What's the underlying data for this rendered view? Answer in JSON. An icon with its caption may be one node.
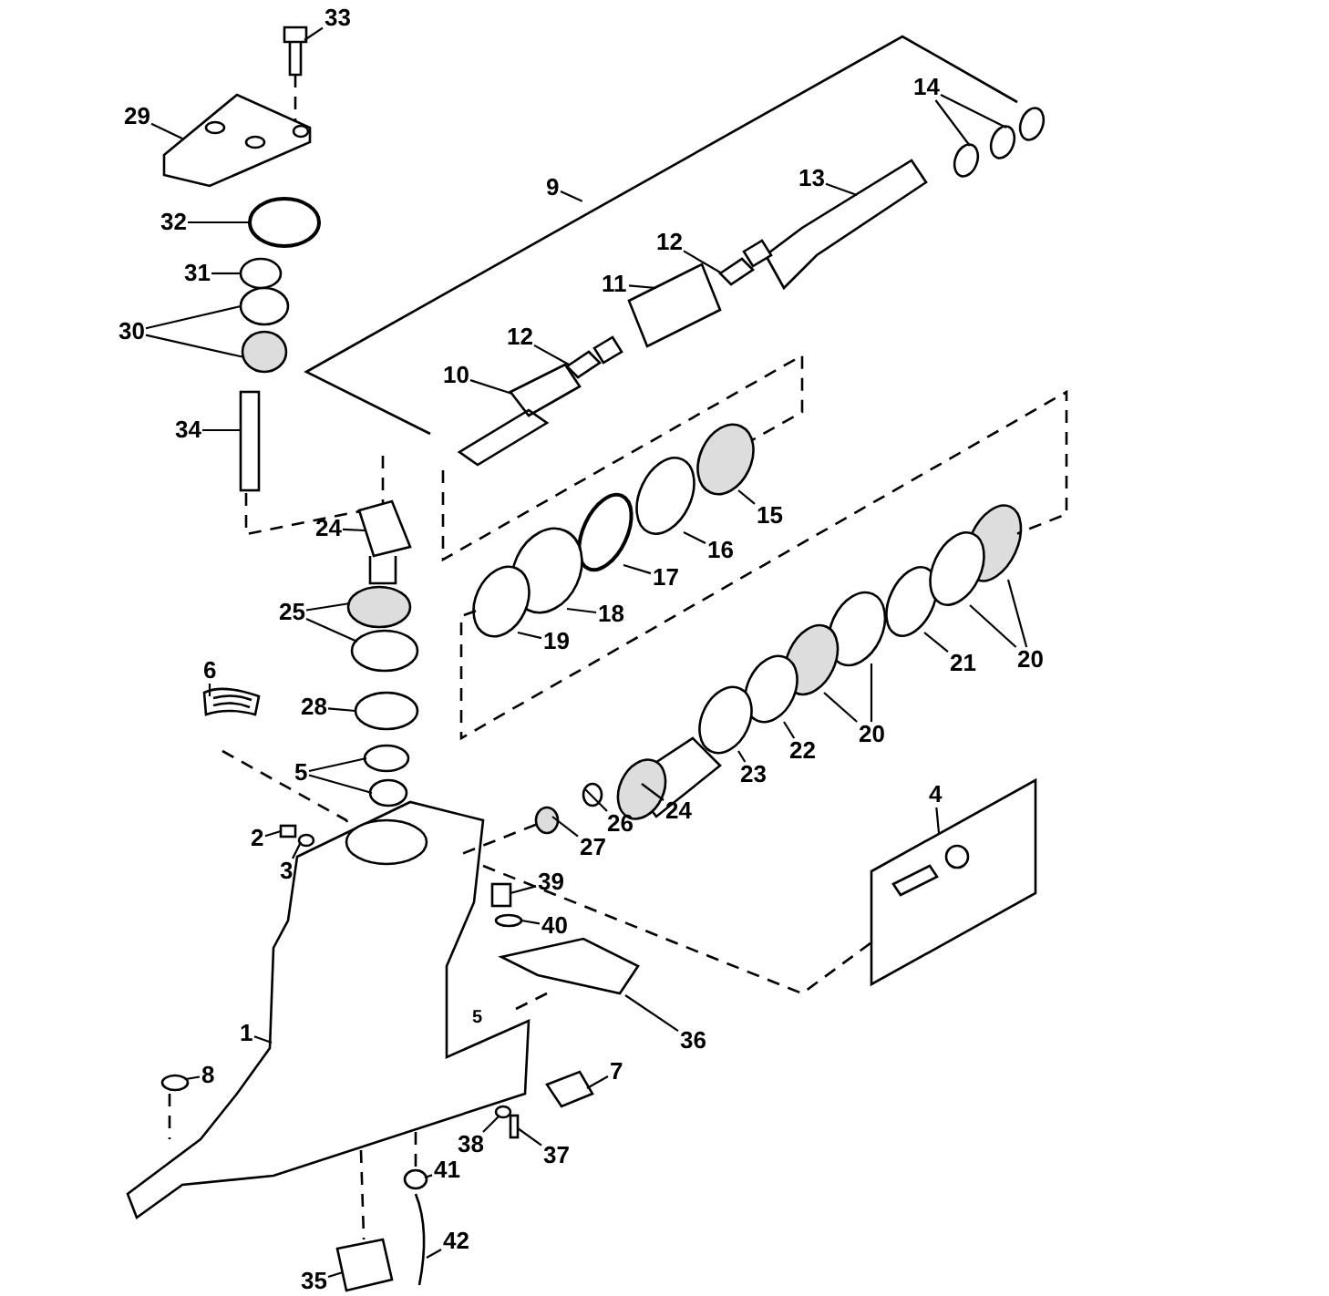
{
  "diagram": {
    "nodes": [
      {
        "text": [
          "33"
        ]
      },
      {
        "text": [
          "29"
        ]
      },
      {
        "text": [
          "9"
        ]
      },
      {
        "text": [
          "13"
        ]
      },
      {
        "text": [
          "14"
        ]
      },
      {
        "text": [
          "32"
        ]
      },
      {
        "text": [
          "12"
        ]
      },
      {
        "text": [
          "31"
        ]
      },
      {
        "text": [
          "11"
        ]
      },
      {
        "text": [
          "30"
        ]
      },
      {
        "text": [
          "12"
        ]
      },
      {
        "text": [
          "10"
        ]
      },
      {
        "text": [
          "34"
        ]
      },
      {
        "text": [
          "15"
        ]
      },
      {
        "text": [
          "24"
        ]
      },
      {
        "text": [
          "16"
        ]
      },
      {
        "text": [
          "17"
        ]
      },
      {
        "text": [
          "25"
        ]
      },
      {
        "text": [
          "18"
        ]
      },
      {
        "text": [
          "19"
        ]
      },
      {
        "text": [
          "21"
        ]
      },
      {
        "text": [
          "20"
        ]
      },
      {
        "text": [
          "6"
        ]
      },
      {
        "text": [
          "28"
        ]
      },
      {
        "text": [
          "20"
        ]
      },
      {
        "text": [
          "22"
        ]
      },
      {
        "text": [
          "5"
        ]
      },
      {
        "text": [
          "23"
        ]
      },
      {
        "text": [
          "24"
        ]
      },
      {
        "text": [
          "26"
        ]
      },
      {
        "text": [
          "4"
        ]
      },
      {
        "text": [
          "2"
        ]
      },
      {
        "text": [
          "27"
        ]
      },
      {
        "text": [
          "3"
        ]
      },
      {
        "text": [
          "39"
        ]
      },
      {
        "text": [
          "40"
        ]
      },
      {
        "text": [
          "1"
        ]
      },
      {
        "text": [
          "36"
        ]
      },
      {
        "text": [
          "7"
        ]
      },
      {
        "text": [
          "8"
        ]
      },
      {
        "text": [
          "38"
        ]
      },
      {
        "text": [
          "37"
        ]
      },
      {
        "text": [
          "41"
        ]
      },
      {
        "text": [
          "42"
        ]
      },
      {
        "text": [
          "35"
        ]
      },
      {
        "text": [],
        "shape": "picture"
      },
      {
        "text": [],
        "shape": "picture"
      },
      {
        "text": [],
        "shape": "picture"
      },
      {
        "text": [],
        "shape": "circle"
      },
      {
        "text": [],
        "shape": "circle"
      },
      {
        "text": [],
        "shape": "circle"
      },
      {
        "text": [],
        "shape": "circle"
      },
      {
        "text": [],
        "shape": "picture"
      },
      {
        "text": [],
        "shape": "circle"
      },
      {
        "text": [],
        "shape": "picture"
      },
      {
        "text": [],
        "shape": "circle"
      },
      {
        "text": [],
        "shape": "circle"
      },
      {
        "text": [],
        "shape": "picture"
      },
      {
        "text": [],
        "shape": "picture"
      },
      {
        "text": [],
        "shape": "box"
      },
      {
        "text": [],
        "shape": "circle"
      },
      {
        "text": [],
        "shape": "picture"
      },
      {
        "text": [],
        "shape": "circle"
      },
      {
        "text": [],
        "shape": "circle"
      },
      {
        "text": [],
        "shape": "circle"
      },
      {
        "text": [],
        "shape": "circle"
      },
      {
        "text": [],
        "shape": "circle"
      },
      {
        "text": [],
        "shape": "circle"
      },
      {
        "text": [],
        "shape": "circle"
      },
      {
        "text": [],
        "shape": "circle"
      },
      {
        "text": [],
        "shape": "circle"
      },
      {
        "text": [],
        "shape": "picture"
      },
      {
        "text": [],
        "shape": "circle"
      },
      {
        "text": [],
        "shape": "circle"
      },
      {
        "text": [],
        "shape": "circle"
      },
      {
        "text": [],
        "shape": "circle"
      },
      {
        "text": [],
        "shape": "circle"
      },
      {
        "text": [],
        "shape": "circle"
      },
      {
        "text": [],
        "shape": "circle"
      },
      {
        "text": [],
        "shape": "picture"
      },
      {
        "text": [],
        "shape": "circle"
      },
      {
        "text": [],
        "shape": "picture"
      },
      {
        "text": [],
        "shape": "box"
      },
      {
        "text": [],
        "shape": "circle"
      },
      {
        "text": [],
        "shape": "circle"
      },
      {
        "text": [],
        "shape": "box"
      },
      {
        "text": [],
        "shape": "circle"
      },
      {
        "text": [],
        "shape": "picture"
      },
      {
        "text": [],
        "shape": "picture"
      },
      {
        "text": [],
        "shape": "picture"
      },
      {
        "text": [],
        "shape": "circle"
      },
      {
        "text": [],
        "shape": "circle"
      },
      {
        "text": [],
        "shape": "box"
      },
      {
        "text": [],
        "shape": "circle"
      },
      {
        "text": [],
        "shape": "picture"
      },
      {
        "text": [],
        "shape": "picture"
      }
    ],
    "edges": [
      {
        "from": 0,
        "to": 45,
        "arrow": "none"
      },
      {
        "from": 1,
        "to": 46,
        "arrow": "none"
      },
      {
        "from": 2,
        "to": null,
        "arrow": "none"
      },
      {
        "from": 3,
        "to": 47,
        "arrow": "none"
      },
      {
        "from": 4,
        "to": 48,
        "arrow": "none"
      },
      {
        "from": 4,
        "to": 49,
        "arrow": "none"
      },
      {
        "from": 5,
        "to": 51,
        "arrow": "none"
      },
      {
        "from": 6,
        "to": 52,
        "arrow": "none"
      },
      {
        "from": 7,
        "to": 53,
        "arrow": "none"
      },
      {
        "from": 8,
        "to": 54,
        "arrow": "none"
      },
      {
        "from": 9,
        "to": 55,
        "arrow": "none"
      },
      {
        "from": 9,
        "to": 56,
        "arrow": "none"
      },
      {
        "from": 10,
        "to": 57,
        "arrow": "none"
      },
      {
        "from": 11,
        "to": 58,
        "arrow": "none"
      },
      {
        "from": 12,
        "to": 59,
        "arrow": "none"
      },
      {
        "from": 13,
        "to": 60,
        "arrow": "none"
      },
      {
        "from": 14,
        "to": 61,
        "arrow": "none"
      },
      {
        "from": 15,
        "to": 62,
        "arrow": "none"
      },
      {
        "from": 16,
        "to": 63,
        "arrow": "none"
      },
      {
        "from": 17,
        "to": 64,
        "arrow": "none"
      },
      {
        "from": 17,
        "to": 65,
        "arrow": "none"
      },
      {
        "from": 18,
        "to": 66,
        "arrow": "none"
      },
      {
        "from": 19,
        "to": 67,
        "arrow": "none"
      },
      {
        "from": 20,
        "to": 68,
        "arrow": "none"
      },
      {
        "from": 21,
        "to": 69,
        "arrow": "none"
      },
      {
        "from": 21,
        "to": 70,
        "arrow": "none"
      },
      {
        "from": 22,
        "to": 71,
        "arrow": "none"
      },
      {
        "from": 23,
        "to": 72,
        "arrow": "none"
      },
      {
        "from": 24,
        "to": 73,
        "arrow": "none"
      },
      {
        "from": 24,
        "to": 74,
        "arrow": "none"
      },
      {
        "from": 25,
        "to": 75,
        "arrow": "none"
      },
      {
        "from": 26,
        "to": 76,
        "arrow": "none"
      },
      {
        "from": 26,
        "to": 78,
        "arrow": "none"
      },
      {
        "from": 27,
        "to": 77,
        "arrow": "none"
      },
      {
        "from": 28,
        "to": 79,
        "arrow": "none"
      },
      {
        "from": 29,
        "to": 80,
        "arrow": "none"
      },
      {
        "from": 30,
        "to": 81,
        "arrow": "none"
      },
      {
        "from": 31,
        "to": 82,
        "arrow": "none"
      },
      {
        "from": 32,
        "to": 83,
        "arrow": "none"
      },
      {
        "from": 33,
        "to": 84,
        "arrow": "none"
      },
      {
        "from": 34,
        "to": 85,
        "arrow": "none"
      },
      {
        "from": 35,
        "to": 86,
        "arrow": "none"
      },
      {
        "from": 36,
        "to": 87,
        "arrow": "none"
      },
      {
        "from": 37,
        "to": 88,
        "arrow": "none"
      },
      {
        "from": 38,
        "to": 89,
        "arrow": "none"
      },
      {
        "from": 39,
        "to": 90,
        "arrow": "none"
      },
      {
        "from": 40,
        "to": 91,
        "arrow": "none"
      },
      {
        "from": 41,
        "to": 92,
        "arrow": "none"
      },
      {
        "from": 42,
        "to": 93,
        "arrow": "none"
      },
      {
        "from": 43,
        "to": 94,
        "arrow": "none"
      },
      {
        "from": 44,
        "to": 95,
        "arrow": "none"
      },
      {
        "from": 45,
        "to": 46,
        "arrow": "none",
        "style": "dashed"
      },
      {
        "from": 67,
        "to": 69,
        "arrow": "none",
        "style": "dashed"
      },
      {
        "from": 87,
        "to": 81,
        "arrow": "none",
        "style": "dashed"
      },
      {
        "from": 83,
        "to": 87,
        "arrow": "none",
        "style": "dashed"
      },
      {
        "from": 87,
        "to": 93,
        "arrow": "none",
        "style": "dashed"
      },
      {
        "from": 87,
        "to": 95,
        "arrow": "none",
        "style": "dashed"
      }
    ],
    "labels": [
      "5"
    ]
  }
}
